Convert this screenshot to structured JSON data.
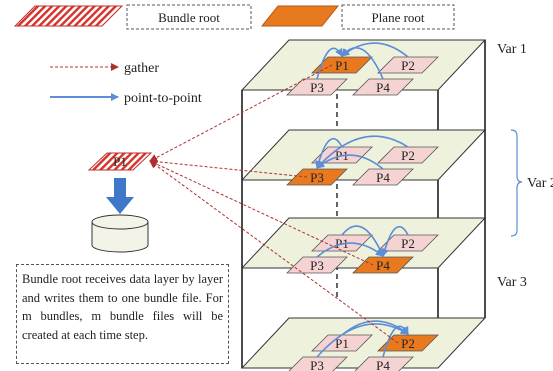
{
  "legend": {
    "bundle_root": "Bundle root",
    "plane_root": "Plane root",
    "gather": "gather",
    "point_to_point": "point-to-point"
  },
  "vars": [
    "Var 1",
    "Var 2",
    "Var 3"
  ],
  "planes": [
    {
      "processes": [
        "P1",
        "P2",
        "P3",
        "P4"
      ],
      "root": "P1"
    },
    {
      "processes": [
        "P1",
        "P2",
        "P3",
        "P4"
      ],
      "root": "P3"
    },
    {
      "processes": [
        "P1",
        "P2",
        "P3",
        "P4"
      ],
      "root": "P4"
    },
    {
      "processes": [
        "P1",
        "P2",
        "P3",
        "P4"
      ],
      "root": "P2"
    }
  ],
  "bundle_root_label": "P1",
  "note": "Bundle root receives data layer by layer and writes them to one bundle file. For m bundles, m bundle files will be created at each time step.",
  "colors": {
    "plane_fill": "#eef2dd",
    "proc_fill": "#f5d3d3",
    "root_fill": "#e8791e",
    "gather": "#b03030",
    "p2p": "#5b8ed6",
    "disk_arrow": "#3f78c8"
  }
}
